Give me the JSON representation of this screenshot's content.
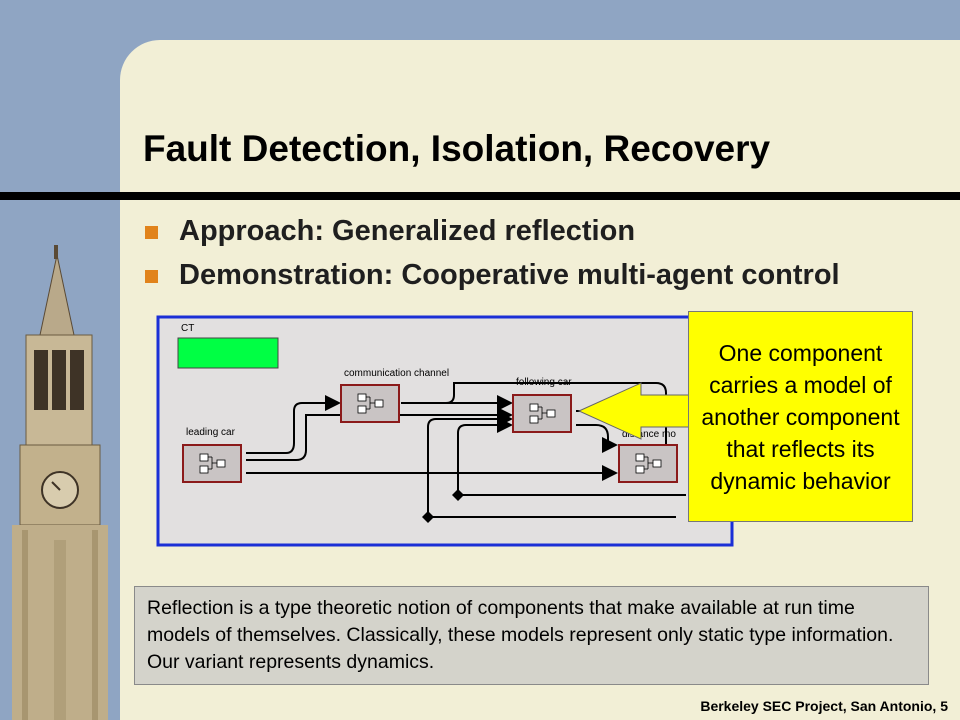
{
  "slide": {
    "title": "Fault Detection, Isolation, Recovery",
    "bullets": [
      {
        "label": "Approach: Generalized reflection"
      },
      {
        "label": "Demonstration: Cooperative multi-agent control"
      }
    ],
    "callout": "One component carries a model of another component that reflects its dynamic behavior",
    "note": "Reflection is a type theoretic notion of components that make available at run time models of themselves. Classically, these models represent only static type information. Our variant represents dynamics.",
    "footer": "Berkeley SEC Project, San Antonio, 5"
  },
  "diagram": {
    "director_label": "CT",
    "blocks": {
      "communication": "communication channel",
      "following": "following car",
      "leading": "leading car",
      "distance": "distance mo"
    }
  },
  "colors": {
    "background": "#8fa5c3",
    "panel": "#f2efd6",
    "bullet": "#e1831b",
    "diagram_border": "#1b2fd6",
    "director": "#00ff44",
    "callout": "#ffff00",
    "block_border": "#8b1a1a"
  },
  "icons": {
    "bullet": "orange-square-bullet",
    "actor": "composite-actor-icon",
    "landmark": "clock-tower-image"
  }
}
